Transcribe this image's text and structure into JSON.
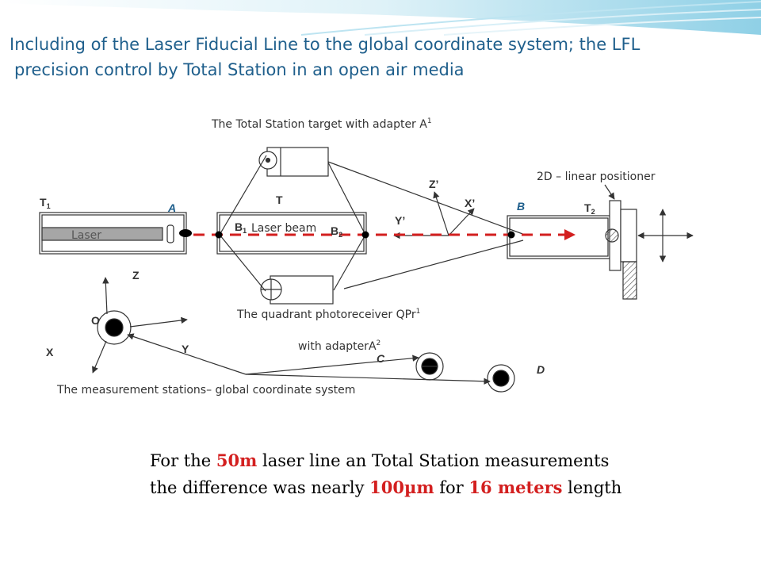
{
  "title": {
    "line1": "Including of the Laser Fiducial Line to the global coordinate system; the LFL",
    "line2": "precision control by Total Station in an open air media"
  },
  "diagram": {
    "labels": {
      "target": "The Total Station target with adapter A",
      "target_sup": "1",
      "positioner": "2D – linear positioner",
      "photoreceiver": "The quadrant photoreceiver QPr",
      "photoreceiver_sup": "1",
      "adapter": "with adapterA",
      "adapter_sup": "2",
      "stations": "The measurement stations– global coordinate system",
      "laser": "Laser",
      "laser_beam": "Laser beam",
      "t1": "T",
      "t1_sub": "1",
      "t2": "T",
      "t2_sub": "2",
      "t": "T",
      "a": "A",
      "b": "B",
      "b1": "B",
      "b1_sub": "1",
      "b2": "B",
      "b2_sub": "2",
      "z_prime": "Z’",
      "x_prime": "X’",
      "y_prime": "Y’",
      "z": "Z",
      "o": "O",
      "x": "X",
      "y": "Y",
      "c": "C",
      "d": "D"
    },
    "colors": {
      "title": "#1f5f8c",
      "beam": "#d31f1f",
      "line": "#333333",
      "laser_body": "#a6a6a6"
    }
  },
  "summary": {
    "line1": [
      "For the ",
      "50m",
      " laser line an Total Station measurements"
    ],
    "line2": [
      "the difference was nearly ",
      "100µm",
      " for ",
      "16 meters",
      " length"
    ]
  }
}
